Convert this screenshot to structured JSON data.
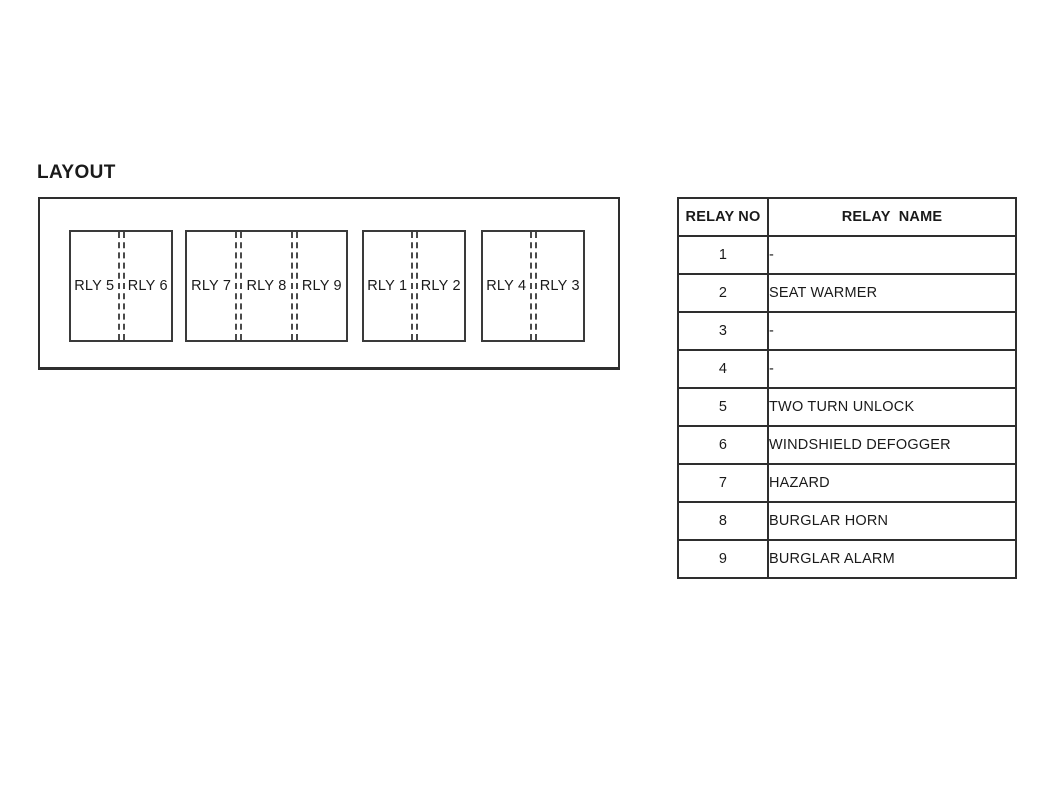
{
  "colors": {
    "ink": "#1a1a1a",
    "border": "#2e2e2e",
    "background": "#ffffff"
  },
  "layout_diagram": {
    "title": "LAYOUT",
    "blocks": [
      {
        "cells": [
          "RLY 5",
          "RLY 6"
        ]
      },
      {
        "cells": [
          "RLY 7",
          "RLY 8",
          "RLY 9"
        ]
      },
      {
        "cells": [
          "RLY 1",
          "RLY 2"
        ]
      },
      {
        "cells": [
          "RLY 4",
          "RLY 3"
        ]
      }
    ]
  },
  "relay_table": {
    "headers": {
      "no": "RELAY NO",
      "name": "RELAY  NAME"
    },
    "rows": [
      {
        "no": "1",
        "name": "-"
      },
      {
        "no": "2",
        "name": "SEAT WARMER"
      },
      {
        "no": "3",
        "name": "-"
      },
      {
        "no": "4",
        "name": "-"
      },
      {
        "no": "5",
        "name": "TWO TURN UNLOCK"
      },
      {
        "no": "6",
        "name": "WINDSHIELD DEFOGGER"
      },
      {
        "no": "7",
        "name": "HAZARD"
      },
      {
        "no": "8",
        "name": "BURGLAR HORN"
      },
      {
        "no": "9",
        "name": "BURGLAR ALARM"
      }
    ]
  }
}
